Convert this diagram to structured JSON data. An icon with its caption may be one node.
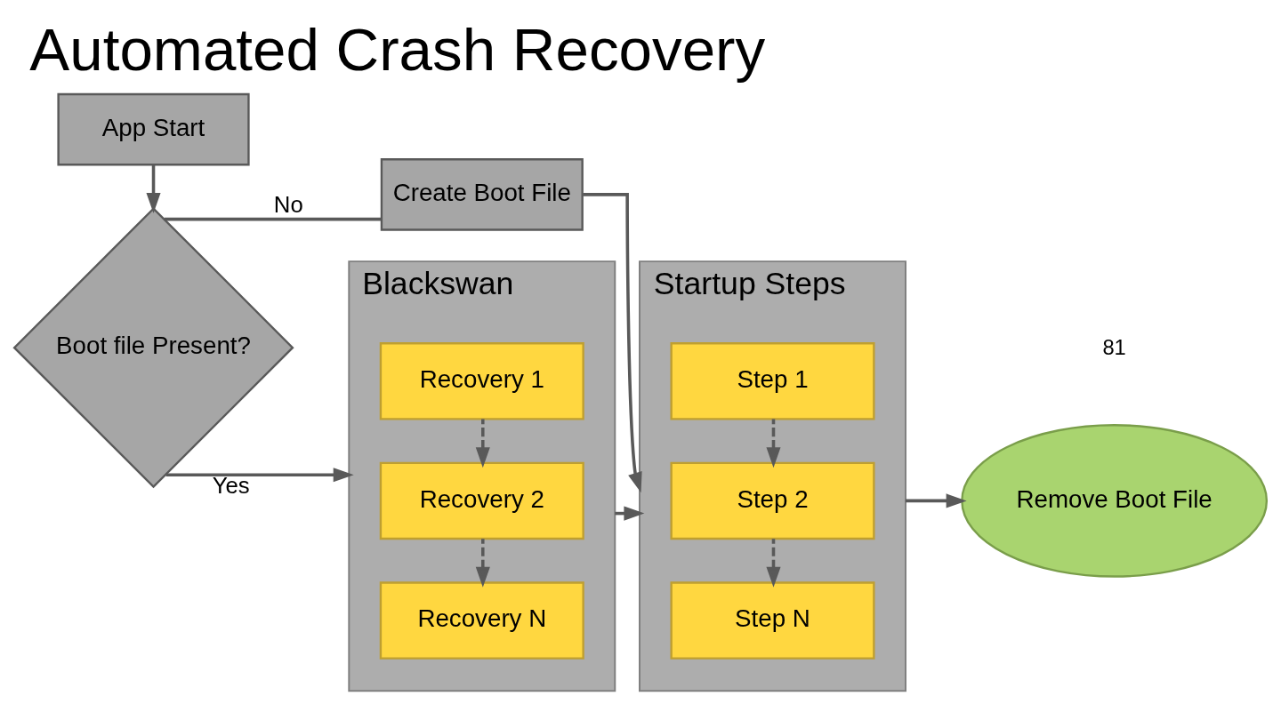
{
  "diagram": {
    "title": "Automated Crash Recovery",
    "nodes": [
      {
        "text": [
          "App Start"
        ]
      },
      {
        "text": [
          "Boot file Present?"
        ]
      },
      {
        "text": [
          "Create Boot File"
        ]
      },
      {
        "text": [
          "Blackswan"
        ]
      },
      {
        "text": [
          "Recovery 1"
        ],
        "in": 3
      },
      {
        "text": [
          "Recovery 2"
        ],
        "in": 3
      },
      {
        "text": [
          "Recovery N"
        ],
        "in": 3
      },
      {
        "text": [
          "Startup Steps"
        ]
      },
      {
        "text": [
          "Step 1"
        ],
        "in": 7
      },
      {
        "text": [
          "Step 2"
        ],
        "in": 7
      },
      {
        "text": [
          "Step N"
        ],
        "in": 7
      },
      {
        "text": [
          "Remove Boot File"
        ]
      }
    ],
    "edges": [
      {
        "from": 0,
        "to": 1,
        "arrow": "to"
      },
      {
        "from": 1,
        "to": 2,
        "arrow": "none",
        "label": "No"
      },
      {
        "from": 1,
        "to": 3,
        "arrow": "to",
        "label": "Yes"
      },
      {
        "from": 4,
        "to": 5,
        "arrow": "to",
        "style": "dashed"
      },
      {
        "from": 5,
        "to": 6,
        "arrow": "to",
        "style": "dashed"
      },
      {
        "from": 2,
        "to": 7,
        "arrow": "to"
      },
      {
        "from": 3,
        "to": 7,
        "arrow": "to"
      },
      {
        "from": 8,
        "to": 9,
        "arrow": "to",
        "style": "dashed"
      },
      {
        "from": 9,
        "to": 10,
        "arrow": "to",
        "style": "dashed"
      },
      {
        "from": 7,
        "to": 11,
        "arrow": "to"
      }
    ],
    "labels": [
      "81"
    ]
  }
}
